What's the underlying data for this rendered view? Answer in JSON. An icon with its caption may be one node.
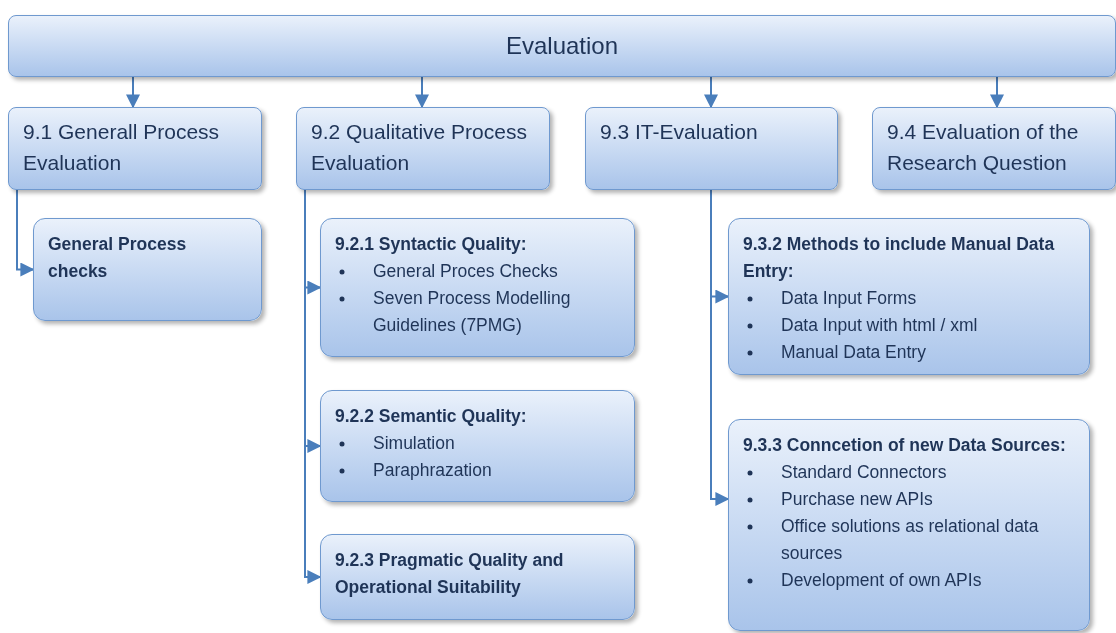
{
  "diagram": {
    "nodes": [
      {
        "text": [
          "Evaluation"
        ]
      },
      {
        "text": [
          "9.1 Generall Process Evaluation"
        ]
      },
      {
        "text": [
          "9.2 Qualitative Process Evaluation"
        ]
      },
      {
        "text": [
          "9.3 IT-Evaluation"
        ]
      },
      {
        "text": [
          "9.4 Evaluation of the Research Question"
        ]
      },
      {
        "text": [
          "General Process checks"
        ]
      },
      {
        "text": [
          "9.2.1 Syntactic Quality:",
          "General Proces Checks",
          "Seven Process Modelling Guidelines (7PMG)"
        ]
      },
      {
        "text": [
          "9.2.2 Semantic Quality:",
          "Simulation",
          "Paraphrazation"
        ]
      },
      {
        "text": [
          "9.2.3 Pragmatic Quality and Operational Suitability"
        ]
      },
      {
        "text": [
          "9.3.2 Methods to include Manual Data Entry:",
          "Data Input Forms",
          "Data Input with html / xml",
          "Manual Data Entry"
        ]
      },
      {
        "text": [
          "9.3.3 Conncetion of new Data Sources:",
          "Standard Connectors",
          "Purchase new APIs",
          "Office solutions as relational data sources",
          "Development of own APIs"
        ]
      }
    ],
    "edges": [
      {
        "from": 0,
        "to": 1,
        "arrow": "to"
      },
      {
        "from": 0,
        "to": 2,
        "arrow": "to"
      },
      {
        "from": 0,
        "to": 3,
        "arrow": "to"
      },
      {
        "from": 0,
        "to": 4,
        "arrow": "to"
      },
      {
        "from": 1,
        "to": 5,
        "arrow": "to"
      },
      {
        "from": 2,
        "to": 6,
        "arrow": "to"
      },
      {
        "from": 2,
        "to": 7,
        "arrow": "to"
      },
      {
        "from": 2,
        "to": 8,
        "arrow": "to"
      },
      {
        "from": 3,
        "to": 9,
        "arrow": "to"
      },
      {
        "from": 3,
        "to": 10,
        "arrow": "to"
      }
    ]
  }
}
